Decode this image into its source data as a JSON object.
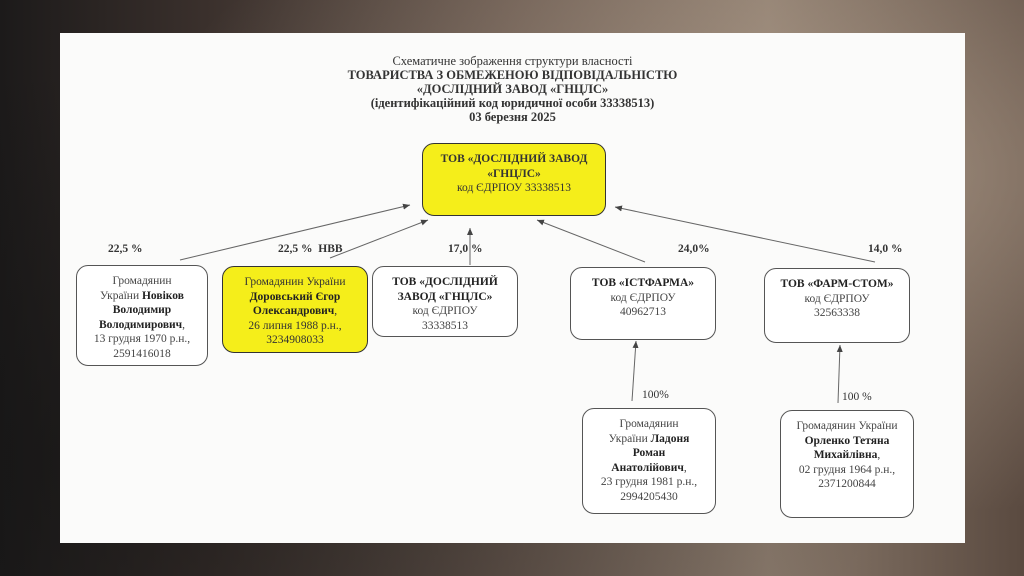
{
  "header": {
    "line1": "Схематичне зображення структури власності",
    "line2": "ТОВАРИСТВА З ОБМЕЖЕНОЮ ВІДПОВІДАЛЬНІСТЮ",
    "line3": "«ДОСЛІДНИЙ ЗАВОД «ГНЦЛС»",
    "line4": "(ідентифікаційний код юридичної особи 33338513)",
    "line5": "03 березня 2025"
  },
  "root": {
    "name1": "ТОВ «ДОСЛІДНИЙ ЗАВОД",
    "name2": "«ГНЦЛС»",
    "code": "код ЄДРПОУ 33338513"
  },
  "owners": [
    {
      "share": "22,5 %",
      "l1": "Громадянин",
      "l2a": "України ",
      "l2b": "Новіков",
      "l3": "Володимир",
      "l4": "Володимирович",
      "l4s": ",",
      "l5": "13 грудня 1970 р.н.,",
      "l6": "2591416018"
    },
    {
      "share": "22,5 %  НВВ",
      "l1": "Громадянин України",
      "l2": "Доровський Єгор",
      "l3": "Олександрович",
      "l3s": ",",
      "l4": "26 липня 1988 р.н.,",
      "l5": "3234908033"
    },
    {
      "share": "17,0 %",
      "l1": "ТОВ «ДОСЛІДНИЙ",
      "l2": "ЗАВОД «ГНЦЛС»",
      "l3": "код ЄДРПОУ",
      "l4": "33338513"
    },
    {
      "share": "24,0%",
      "l1": "ТОВ «ІСТФАРМА»",
      "l2": "код ЄДРПОУ",
      "l3": "40962713"
    },
    {
      "share": "14,0 %",
      "l1": "ТОВ «ФАРМ-СТОМ»",
      "l2": "код ЄДРПОУ",
      "l3": "32563338"
    }
  ],
  "beneficiaries": [
    {
      "share": "100%",
      "l1": "Громадянин",
      "l2a": "України ",
      "l2b": "Ладоня",
      "l3": "Роман",
      "l4": "Анатолійович",
      "l4s": ",",
      "l5": "23 грудня 1981 р.н.,",
      "l6": "2994205430"
    },
    {
      "share": "100 %",
      "l1": "Громадянин України",
      "l2": "Орленко Тетяна",
      "l3": "Михайлівна",
      "l3s": ",",
      "l4": "02 грудня 1964 р.н.,",
      "l5": "2371200844"
    }
  ],
  "colors": {
    "highlight": "#f5ee1a"
  }
}
